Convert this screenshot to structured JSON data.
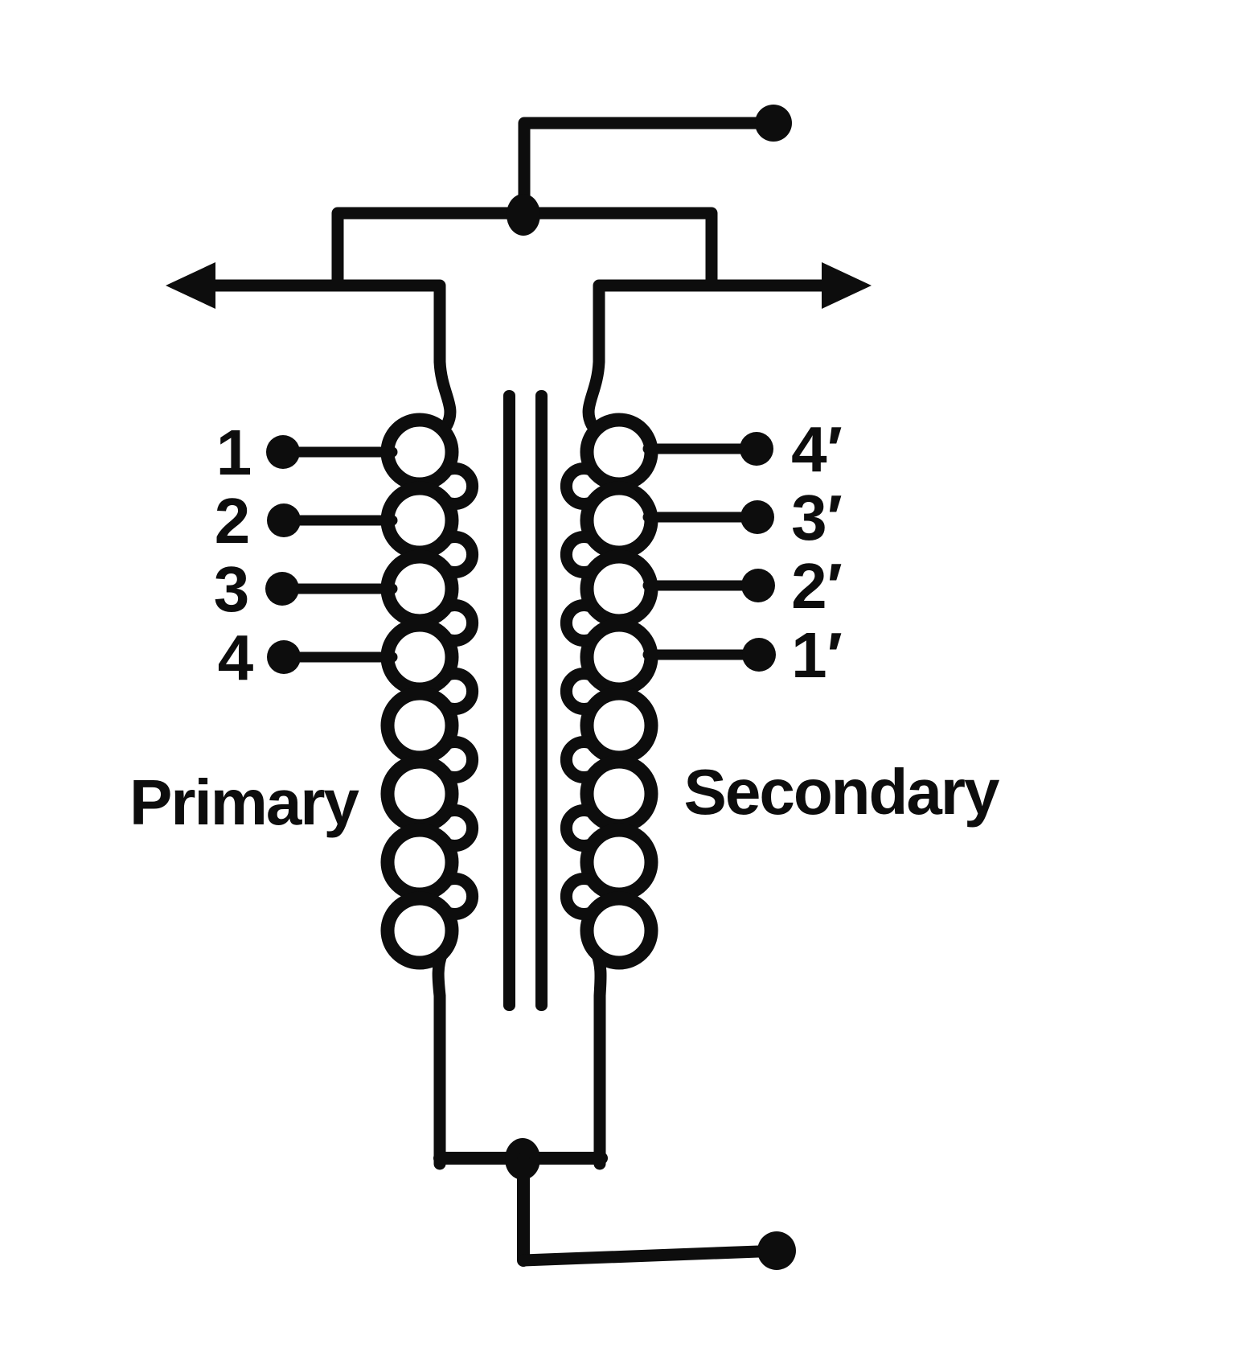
{
  "figure": {
    "kind": "tapped-transformer-schematic",
    "ink_color": "#0d0d0d",
    "background_color": "#ffffff",
    "primary_label": "Primary",
    "secondary_label": "Secondary",
    "left_taps": [
      "1",
      "2",
      "3",
      "4"
    ],
    "right_taps": [
      "4′",
      "3′",
      "2′",
      "1′"
    ],
    "core_bars": 2,
    "turns_per_winding": 8,
    "terminals": [
      "top-right-dot",
      "bottom-right-dot"
    ],
    "arrows": [
      "left",
      "right"
    ]
  }
}
